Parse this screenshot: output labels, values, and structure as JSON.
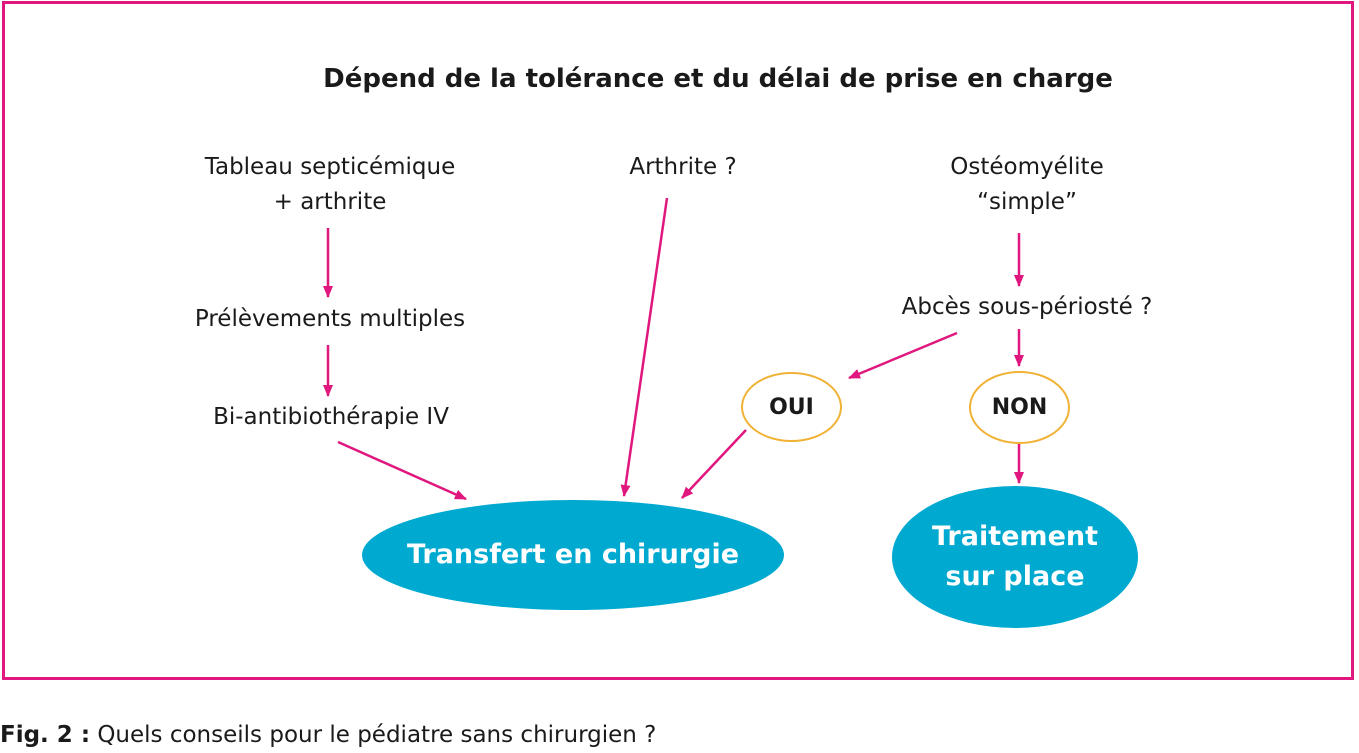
{
  "diagram": {
    "title": "Dépend de la tolérance et du délai de prise en charge",
    "nodes": {
      "septicemie_line1": "Tableau septicémique",
      "septicemie_line2": "+ arthrite",
      "prelevements": "Prélèvements multiples",
      "biantibio": "Bi-antibiothérapie IV",
      "arthrite": "Arthrite ?",
      "osteo_line1": "Ostéomyélite",
      "osteo_line2": "“simple”",
      "abces": "Abcès sous-périosté ?",
      "oui": "OUI",
      "non": "NON",
      "transfert": "Transfert en chirurgie",
      "traitement_line1": "Traitement",
      "traitement_line2": "sur place"
    },
    "colors": {
      "frame": "#e0177e",
      "arrow": "#e0177e",
      "ring": "#f0b235",
      "blob": "#00a9d0"
    }
  },
  "caption": {
    "label": "Fig. 2 :",
    "text": "Quels conseils pour le pédiatre sans chirurgien ?"
  }
}
